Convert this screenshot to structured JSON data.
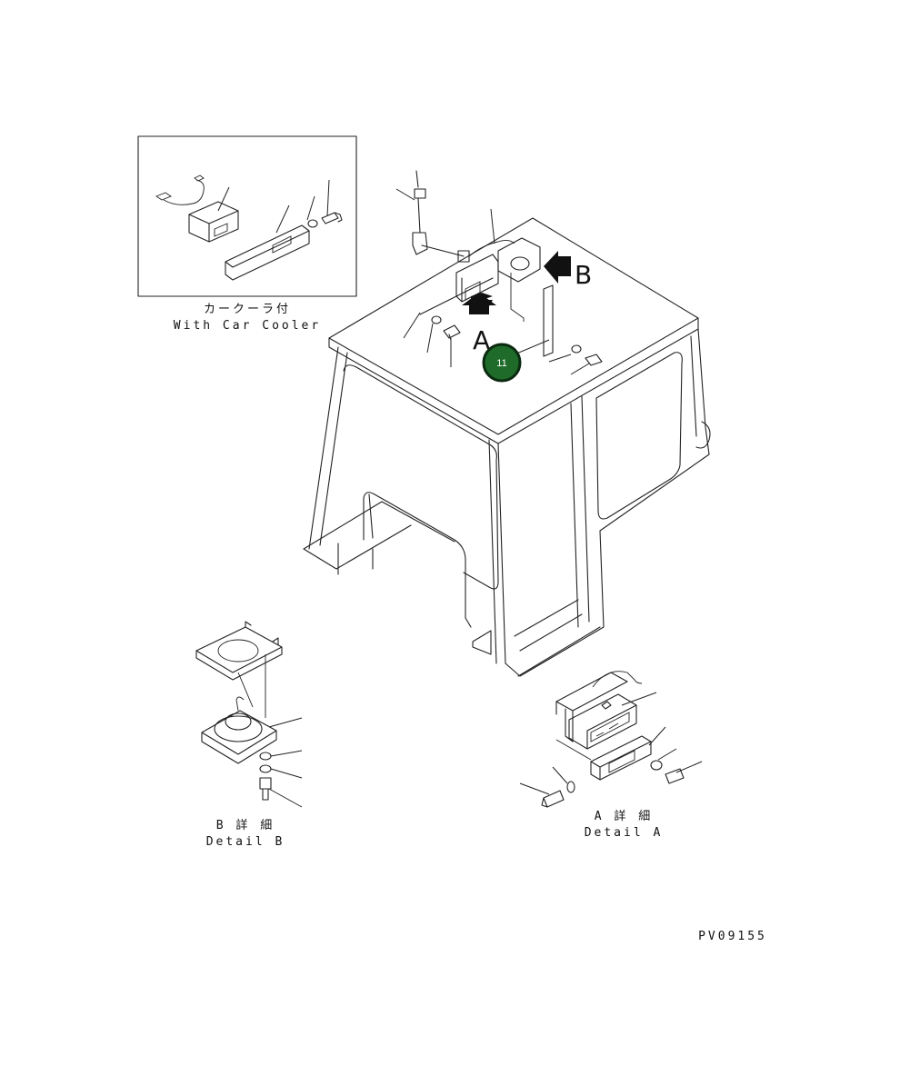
{
  "drawing_code": "PV09155",
  "colors": {
    "line": "#222222",
    "badge_fill": "#1e6b2a",
    "badge_ring": "#0b2a10",
    "badge_text": "#ffffff"
  },
  "inset": {
    "label_jp": "カークーラ付",
    "label_en": "With Car Cooler"
  },
  "views": {
    "arrow_a": "A",
    "arrow_b": "B"
  },
  "details": {
    "b": {
      "label_jp": "B 詳 細",
      "label_en": "Detail B"
    },
    "a": {
      "label_jp": "A 詳 細",
      "label_en": "Detail A"
    }
  },
  "callout": {
    "number": "11"
  }
}
